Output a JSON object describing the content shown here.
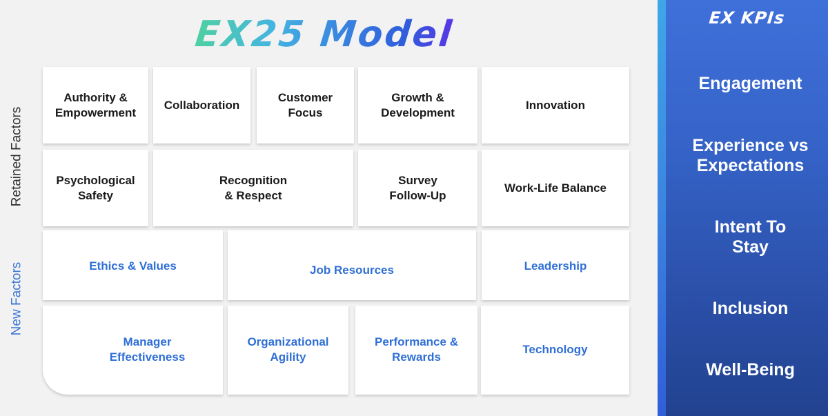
{
  "title": "EX25 Model",
  "side_labels": {
    "retained": "Retained Factors",
    "new": "New Factors"
  },
  "retained_factors": [
    "Authority &\nEmpowerment",
    "Collaboration",
    "Customer\nFocus",
    "Growth &\nDevelopment",
    "Innovation",
    "Psychological\nSafety",
    "Recognition\n& Respect",
    "Survey\nFollow-Up",
    "Work-Life Balance"
  ],
  "new_factors": [
    "Ethics & Values",
    "Job Resources",
    "Leadership",
    "Manager\nEffectiveness",
    "Organizational\nAgility",
    "Performance &\nRewards",
    "Technology"
  ],
  "kpi_panel": {
    "title": "EX KPIs",
    "items": [
      "Engagement",
      "Experience vs\nExpectations",
      "Intent To\nStay",
      "Inclusion",
      "Well-Being"
    ]
  },
  "colors": {
    "retained_text": "#1a1a1a",
    "new_text": "#2f6fd6",
    "panel_top": "#3f70da",
    "panel_bottom": "#22428f",
    "background": "#f2f2f2"
  }
}
